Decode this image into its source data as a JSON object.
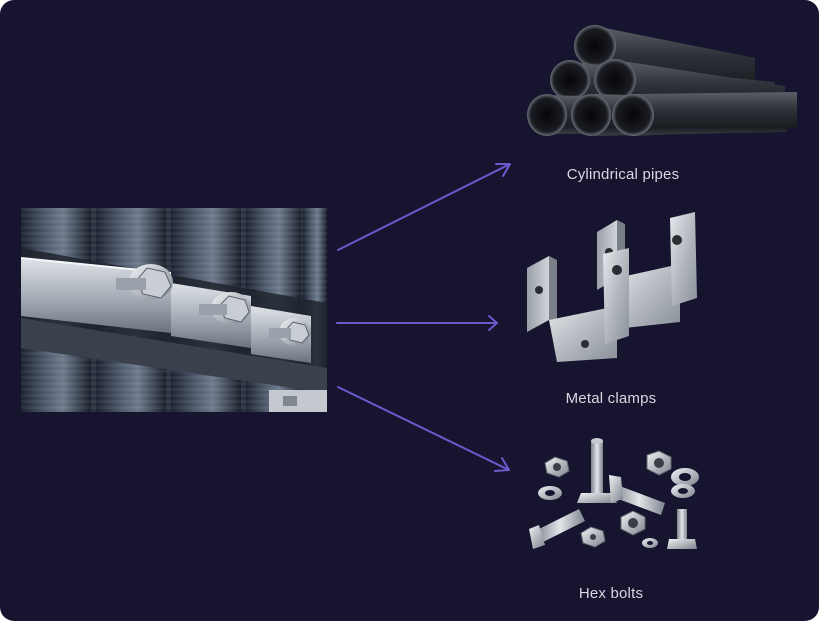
{
  "colors": {
    "background": "#16142f",
    "arrow": "#6a5acd",
    "label": "#d8d8e2"
  },
  "source": {
    "image": "steel-pipes-with-hex-bolt-clamps-photo"
  },
  "outputs": [
    {
      "label": "Cylindrical pipes",
      "image": "pipe-stack-icon"
    },
    {
      "label": "Metal clamps",
      "image": "u-clamp-icon"
    },
    {
      "label": "Hex bolts",
      "image": "bolts-nuts-icon"
    }
  ]
}
